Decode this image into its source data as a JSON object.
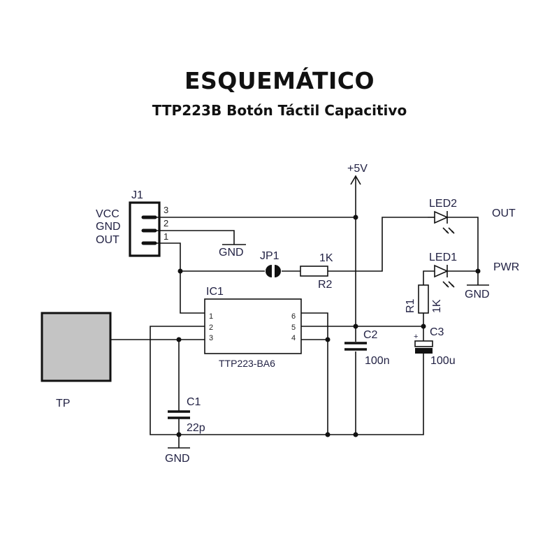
{
  "header": {
    "title": "ESQUEMÁTICO",
    "subtitle": "TTP223B Botón Táctil Capacitivo"
  },
  "colors": {
    "wire": "#111111",
    "touch_pad_fill": "#c4c4c4",
    "label": "#222244"
  },
  "power": {
    "supply_label": "+5V"
  },
  "connector": {
    "ref": "J1",
    "pins": [
      {
        "number": "3",
        "name": "VCC"
      },
      {
        "number": "2",
        "name": "GND"
      },
      {
        "number": "1",
        "name": "OUT"
      }
    ],
    "gnd_label": "GND"
  },
  "jumper": {
    "ref": "JP1"
  },
  "resistors": [
    {
      "ref": "R2",
      "value": "1K"
    },
    {
      "ref": "R1",
      "value": "1K"
    }
  ],
  "ic": {
    "ref": "IC1",
    "part": "TTP223-BA6",
    "left_pins": [
      "1",
      "2",
      "3"
    ],
    "right_pins": [
      "6",
      "5",
      "4"
    ]
  },
  "leds": [
    {
      "ref": "LED2",
      "net_label": "OUT"
    },
    {
      "ref": "LED1",
      "net_label": "PWR"
    }
  ],
  "led_gnd_label": "GND",
  "capacitors": [
    {
      "ref": "C1",
      "value": "22p"
    },
    {
      "ref": "C2",
      "value": "100n"
    },
    {
      "ref": "C3",
      "value": "100u",
      "polarity_mark": "+"
    }
  ],
  "touch_pad": {
    "ref": "TP"
  },
  "bottom_gnd_label": "GND"
}
